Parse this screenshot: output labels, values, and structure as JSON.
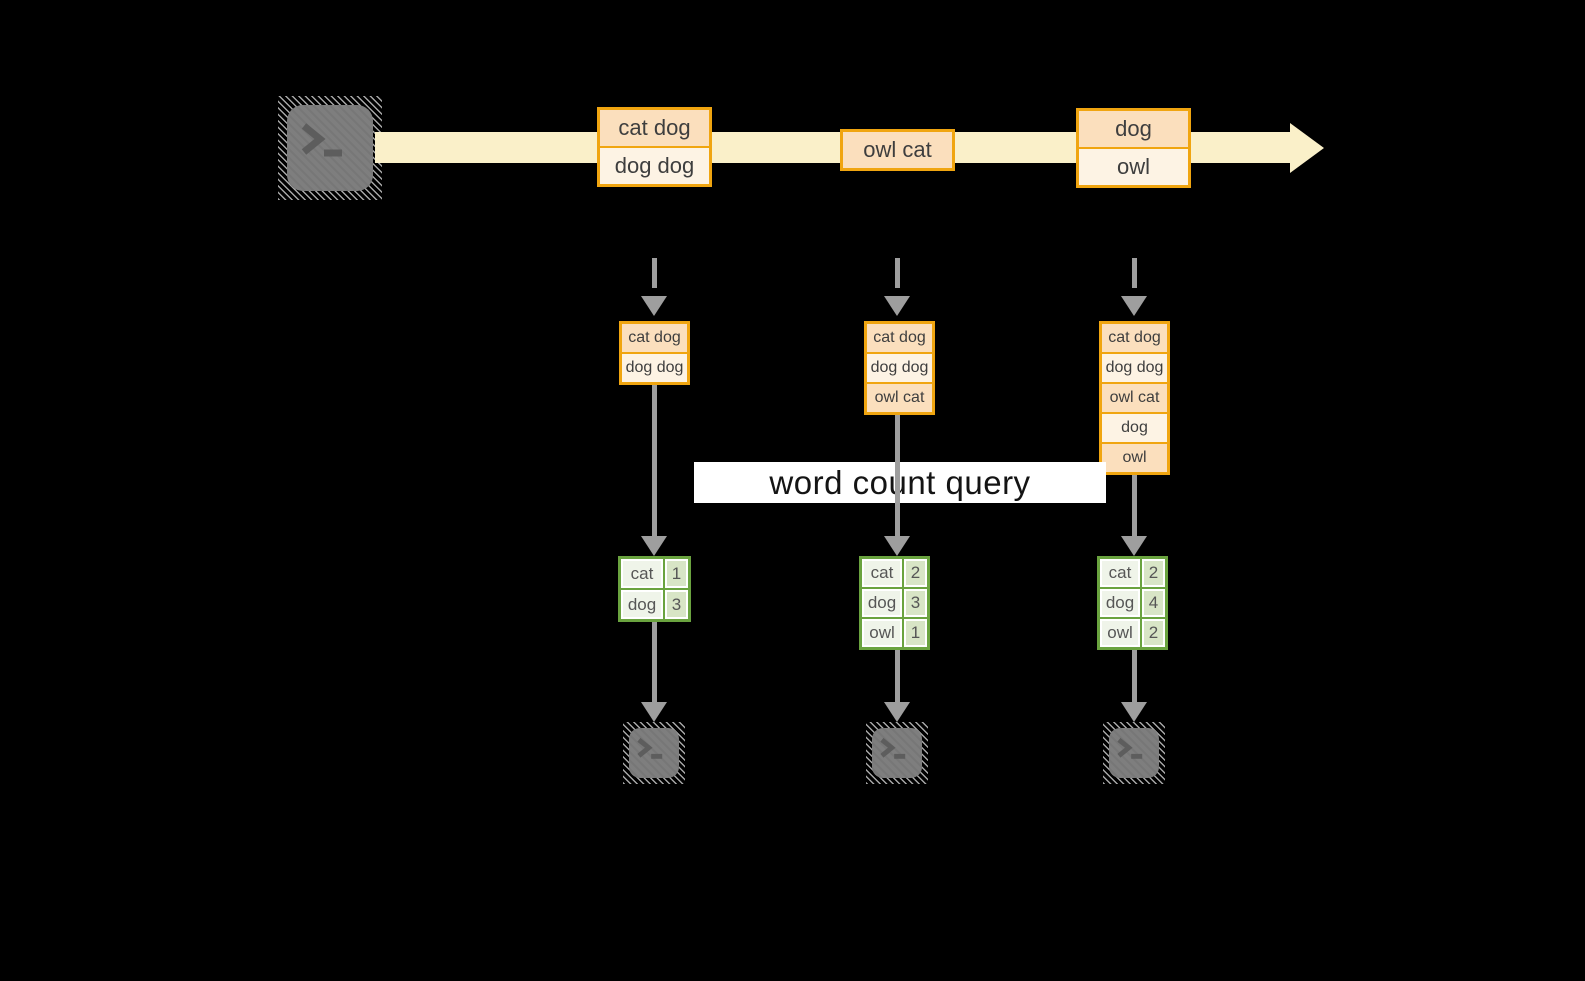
{
  "colors": {
    "background": "#000000",
    "stream_arrow": "#faf0c9",
    "record_border": "#f0a510",
    "record_fill_dark": "#fbdfbd",
    "record_fill_light": "#fdf3e4",
    "flow_arrow_gray": "#9e9e9e",
    "terminal_gray": "#7e7e7e",
    "table_border_green": "#6aa33f",
    "table_word_fill": "#eff4e9",
    "table_count_fill": "#d8e5c6",
    "banner_bg": "#ffffff",
    "banner_text": "#141414"
  },
  "timeline": {
    "batches": [
      {
        "records": [
          "cat dog",
          "dog dog"
        ]
      },
      {
        "records": [
          "owl cat"
        ]
      },
      {
        "records": [
          "dog",
          "owl"
        ]
      }
    ]
  },
  "query": {
    "label": "word count query"
  },
  "micro_batches": [
    {
      "inputs": [
        "cat dog",
        "dog dog"
      ],
      "result": {
        "rows": [
          [
            "cat",
            "1"
          ],
          [
            "dog",
            "3"
          ]
        ]
      }
    },
    {
      "inputs": [
        "cat dog",
        "dog dog",
        "owl cat"
      ],
      "result": {
        "rows": [
          [
            "cat",
            "2"
          ],
          [
            "dog",
            "3"
          ],
          [
            "owl",
            "1"
          ]
        ]
      }
    },
    {
      "inputs": [
        "cat dog",
        "dog dog",
        "owl cat",
        "dog",
        "owl"
      ],
      "result": {
        "rows": [
          [
            "cat",
            "2"
          ],
          [
            "dog",
            "4"
          ],
          [
            "owl",
            "2"
          ]
        ]
      }
    }
  ]
}
